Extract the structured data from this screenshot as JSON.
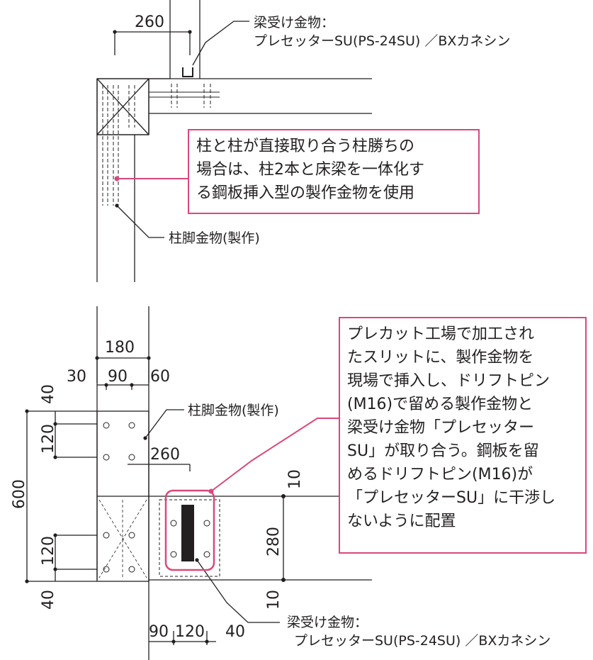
{
  "colors": {
    "accent": "#d9487d",
    "line": "#231f20"
  },
  "top": {
    "dim_260": "260",
    "hanger_label_1": "梁受け金物：",
    "hanger_label_2": "プレセッターSU(PS-24SU) ／BXカネシン",
    "note_lines": [
      "柱と柱が直接取り合う柱勝ちの",
      "場合は、柱2本と床梁を一体化す",
      "る鋼板挿入型の製作金物を使用"
    ],
    "base_label": "柱脚金物(製作)"
  },
  "bottom": {
    "dim_180": "180",
    "dim_30": "30",
    "dim_90": "90",
    "dim_60": "60",
    "dim_40_top": "40",
    "dim_120_top": "120",
    "dim_600": "600",
    "dim_120_bottom": "120",
    "dim_40_bottom": "40",
    "dim_260": "260",
    "dim_10_top": "10",
    "dim_280": "280",
    "dim_10_bottom": "10",
    "dim_90_b": "90",
    "dim_120_b": "120",
    "dim_40_b": "40",
    "base_label": "柱脚金物(製作)",
    "note_lines": [
      "プレカット工場で加工され",
      "たスリットに、製作金物を",
      "現場で挿入し、ドリフトピン",
      "(M16)で留める製作金物と",
      "梁受け金物「プレセッター",
      "SU」が取り合う。鋼板を留",
      "めるドリフトピン(M16)が",
      "「プレセッターSU」に干渉し",
      "ないように配置"
    ],
    "hanger_label_1": "梁受け金物：",
    "hanger_label_2": "プレセッターSU(PS-24SU) ／BXカネシン"
  }
}
